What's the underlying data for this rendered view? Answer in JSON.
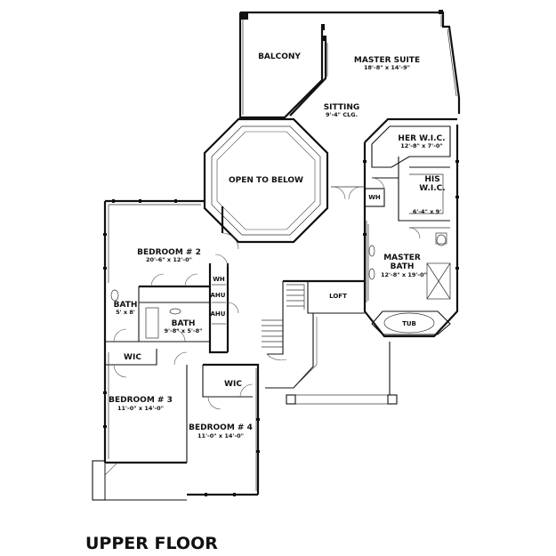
{
  "title": "UPPER FLOOR",
  "rooms": {
    "balcony": {
      "name": "BALCONY"
    },
    "master_suite": {
      "name": "MASTER SUITE",
      "dim": "18'-8\" x 14'-9\""
    },
    "sitting": {
      "name": "SITTING",
      "dim": "9'-4\" CLG."
    },
    "open_to_below": {
      "name": "OPEN TO BELOW"
    },
    "her_wic": {
      "name": "HER W.I.C.",
      "dim": "12'-8\" x 7'-0\""
    },
    "his_wic": {
      "name1": "HIS",
      "name2": "W.I.C.",
      "dim": "6'-4\" x 9'"
    },
    "master_bath": {
      "name1": "MASTER",
      "name2": "BATH",
      "dim": "12'-8\" x 19'-0\""
    },
    "tub": {
      "name": "TUB"
    },
    "loft": {
      "name": "LOFT"
    },
    "bedroom2": {
      "name": "BEDROOM # 2",
      "dim": "20'-6\" x 12'-0\""
    },
    "bath_small": {
      "name": "BATH",
      "dim": "5' x 8'"
    },
    "bath": {
      "name": "BATH",
      "dim": "9'-8\" x 5'-8\""
    },
    "wic_left": {
      "name": "WIC"
    },
    "wic_right": {
      "name": "WIC"
    },
    "bedroom3": {
      "name": "BEDROOM # 3",
      "dim": "11'-0\" x 14'-0\""
    },
    "bedroom4": {
      "name": "BEDROOM # 4",
      "dim": "11'-0\" x 14'-0\""
    }
  },
  "fixtures": {
    "wh_master": "WH",
    "wh_hall": "WH",
    "ahu_1": "AHU",
    "ahu_2": "AHU"
  }
}
